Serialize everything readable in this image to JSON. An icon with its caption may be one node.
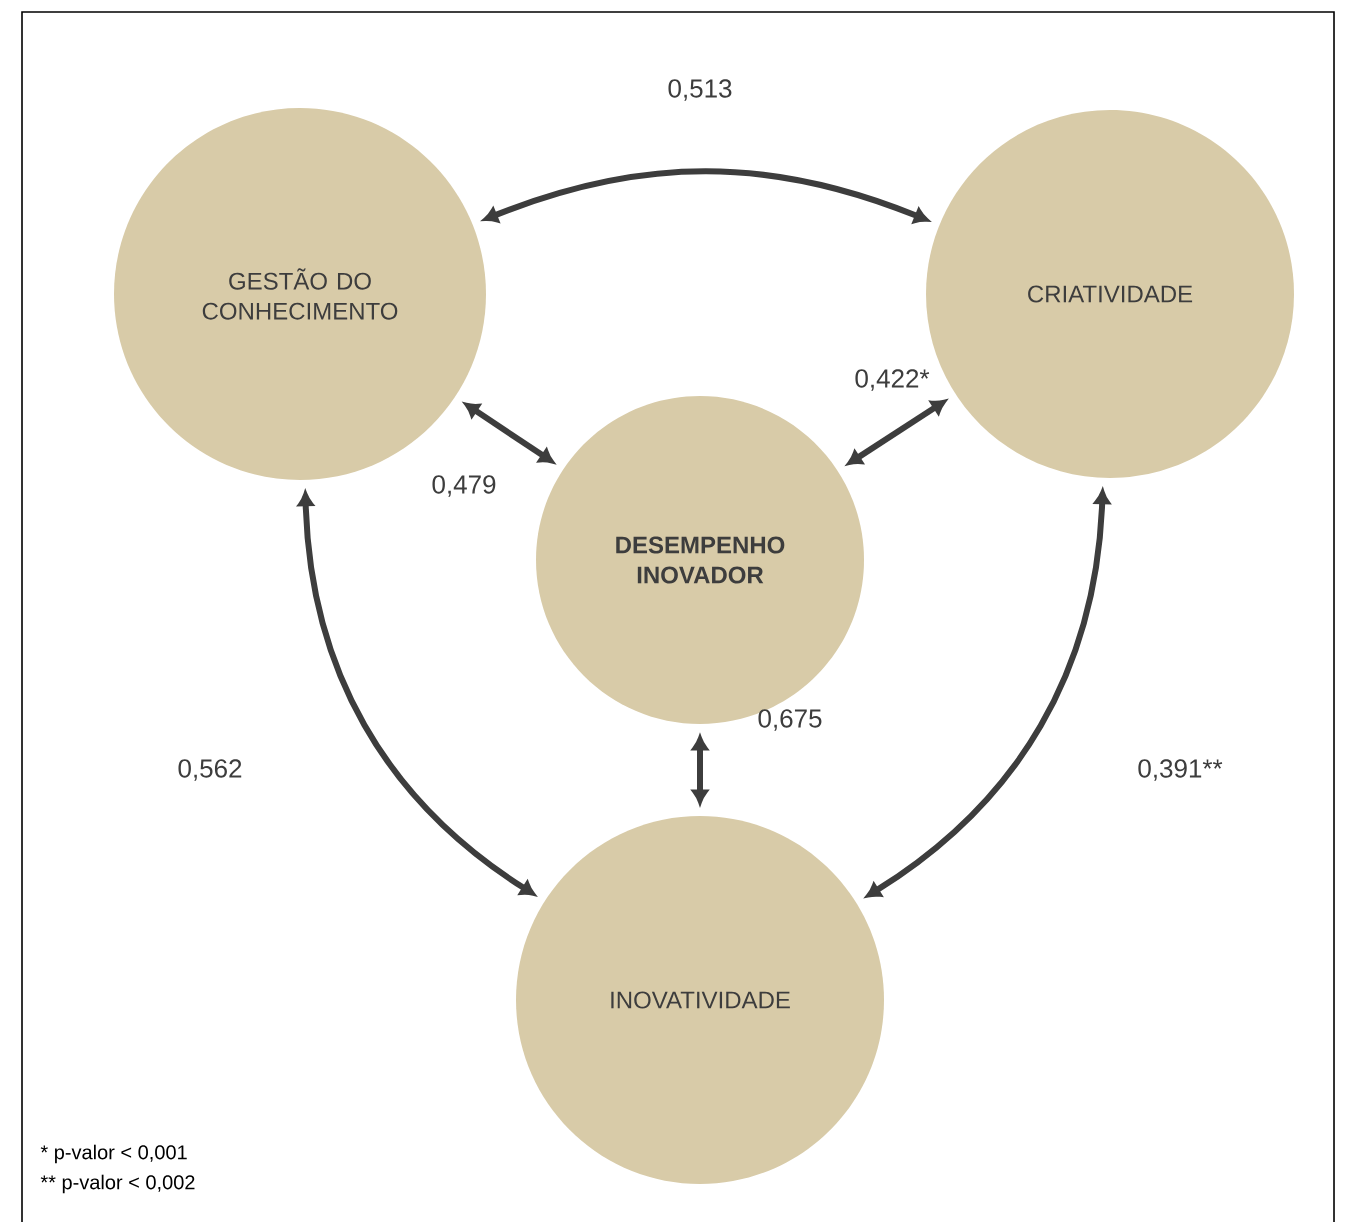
{
  "diagram": {
    "nodes": [
      {
        "text": [
          "GESTÃO DO CONHECIMENTO"
        ]
      },
      {
        "text": [
          "CRIATIVIDADE"
        ]
      },
      {
        "text": [
          "DESEMPENHO INOVADOR"
        ]
      },
      {
        "text": [
          "INOVATIVIDADE"
        ]
      }
    ],
    "edges": [
      {
        "from": 0,
        "to": 1,
        "arrow": "both",
        "label": "0,513"
      },
      {
        "from": 0,
        "to": 2,
        "arrow": "both",
        "label": "0,479"
      },
      {
        "from": 1,
        "to": 2,
        "arrow": "both",
        "label": "0,422*"
      },
      {
        "from": 2,
        "to": 3,
        "arrow": "both",
        "label": "0,675"
      },
      {
        "from": 0,
        "to": 3,
        "arrow": "both",
        "label": "0,562"
      },
      {
        "from": 1,
        "to": 3,
        "arrow": "both",
        "label": "0,391**"
      }
    ],
    "labels": [
      "* p-valor < 0,001",
      "** p-valor < 0,002"
    ]
  }
}
